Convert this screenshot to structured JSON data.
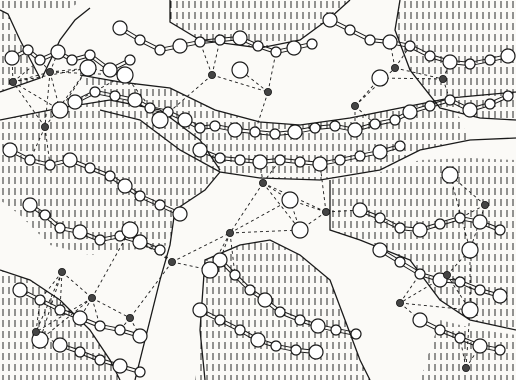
{
  "figure": {
    "kind": "hydrogen-bond network schematic",
    "colors": {
      "background": "#fbfaf7",
      "ink": "#1a1a1a",
      "hatch": "#2a2a2a",
      "filled_node": "#444444",
      "open_node": "#ffffff"
    },
    "elements": {
      "open_circle_nodes": "present",
      "filled_circle_nodes": "present",
      "dashed_links": "present",
      "double_bond_chains": "present",
      "hatched_regions": "present",
      "region_boundaries": "present"
    }
  }
}
